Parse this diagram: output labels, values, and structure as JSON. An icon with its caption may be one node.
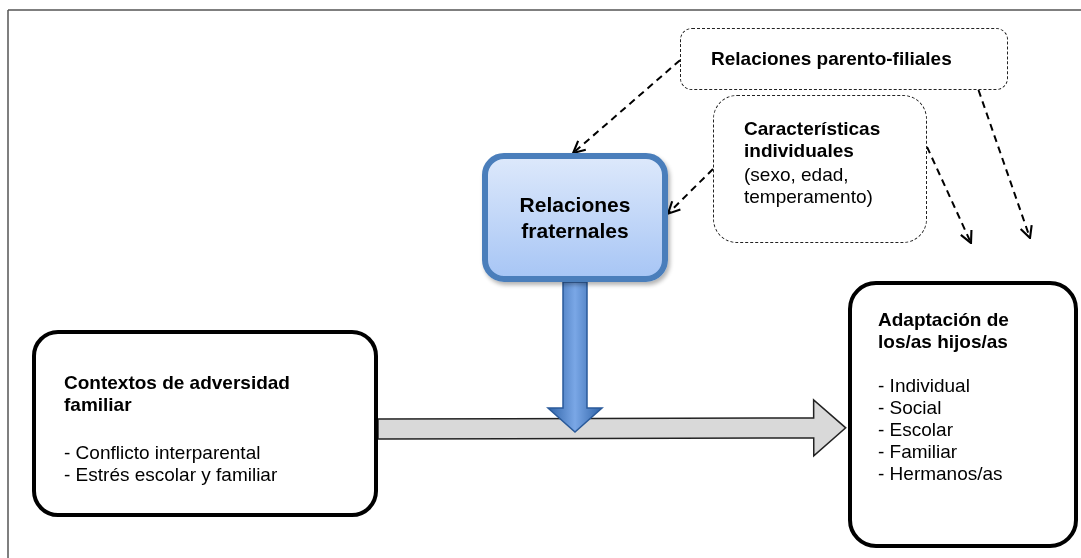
{
  "diagram": {
    "nodes": [
      {
        "text": [
          "Relaciones parento-filiales"
        ]
      },
      {
        "text": [
          "Características individuales",
          "(sexo, edad, temperamento)"
        ]
      },
      {
        "text": [
          "Relaciones fraternales"
        ]
      },
      {
        "text": [
          "Contextos de adversidad familiar",
          "- Conflicto interparental",
          "- Estrés escolar y familiar"
        ]
      },
      {
        "text": [
          "Adaptación de los/as hijos/as",
          "- Individual",
          "- Social",
          "- Escolar",
          "- Familiar",
          "- Hermanos/as"
        ]
      }
    ],
    "edges": [
      {
        "from": 0,
        "to": 2,
        "arrow": "to",
        "style": "dashed"
      },
      {
        "from": 0,
        "to": null,
        "arrow": "to",
        "style": "dashed"
      },
      {
        "from": 1,
        "to": 2,
        "arrow": "to",
        "style": "dashed"
      },
      {
        "from": 1,
        "to": null,
        "arrow": "to",
        "style": "dashed"
      },
      {
        "from": 2,
        "to": null,
        "arrow": "to",
        "style": "thick",
        "color": "#4a7ebb"
      },
      {
        "from": 3,
        "to": 4,
        "arrow": "to",
        "style": "thick",
        "color": "#d9d9d9"
      }
    ]
  }
}
